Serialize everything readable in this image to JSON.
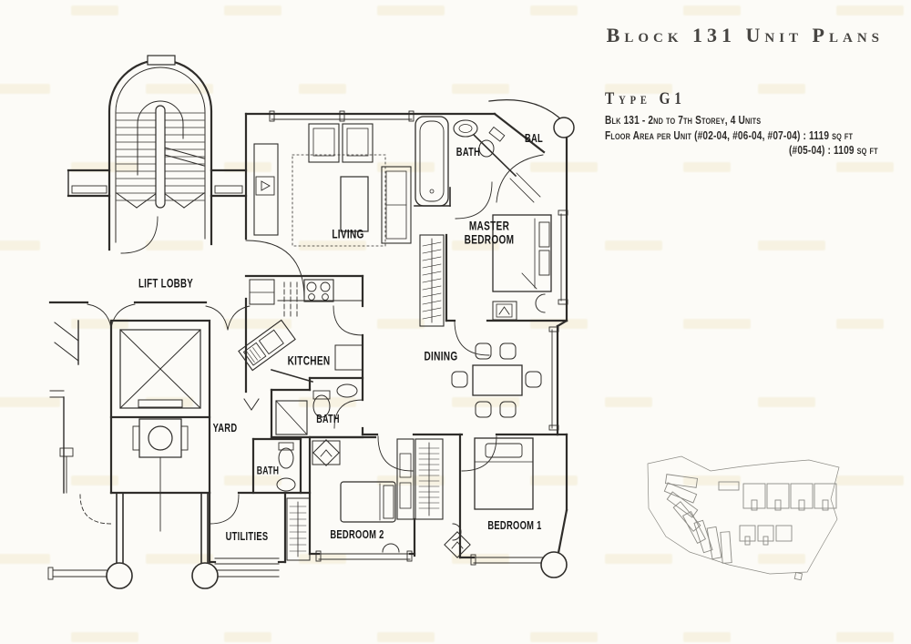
{
  "page": {
    "background": "#fcfbf7",
    "ink_color": "#2f2d2a",
    "watermark_color": "#f3ecd2"
  },
  "header": {
    "title": "Block 131 Unit Plans",
    "type_title": "Type G1",
    "block_line": "Blk 131 - 2nd to 7th Storey, 4 Units",
    "floor_area_line1": "Floor Area per Unit (#02-04, #06-04, #07-04) : 1119 sq ft",
    "floor_area_line2": "(#05-04) : 1109 sq ft"
  },
  "plan": {
    "rooms": [
      {
        "id": "lift-lobby",
        "label": "LIFT LOBBY"
      },
      {
        "id": "living",
        "label": "LIVING"
      },
      {
        "id": "bath-top",
        "label": "BATH"
      },
      {
        "id": "balcony",
        "label": "BAL"
      },
      {
        "id": "master-bedroom",
        "label": "MASTER BEDROOM"
      },
      {
        "id": "kitchen",
        "label": "KITCHEN"
      },
      {
        "id": "dining",
        "label": "DINING"
      },
      {
        "id": "bath-middle",
        "label": "BATH"
      },
      {
        "id": "yard",
        "label": "YARD"
      },
      {
        "id": "bath-lower",
        "label": "BATH"
      },
      {
        "id": "utilities",
        "label": "UTILITIES"
      },
      {
        "id": "bedroom-2",
        "label": "BEDROOM 2"
      },
      {
        "id": "bedroom-1",
        "label": "BEDROOM 1"
      }
    ]
  }
}
